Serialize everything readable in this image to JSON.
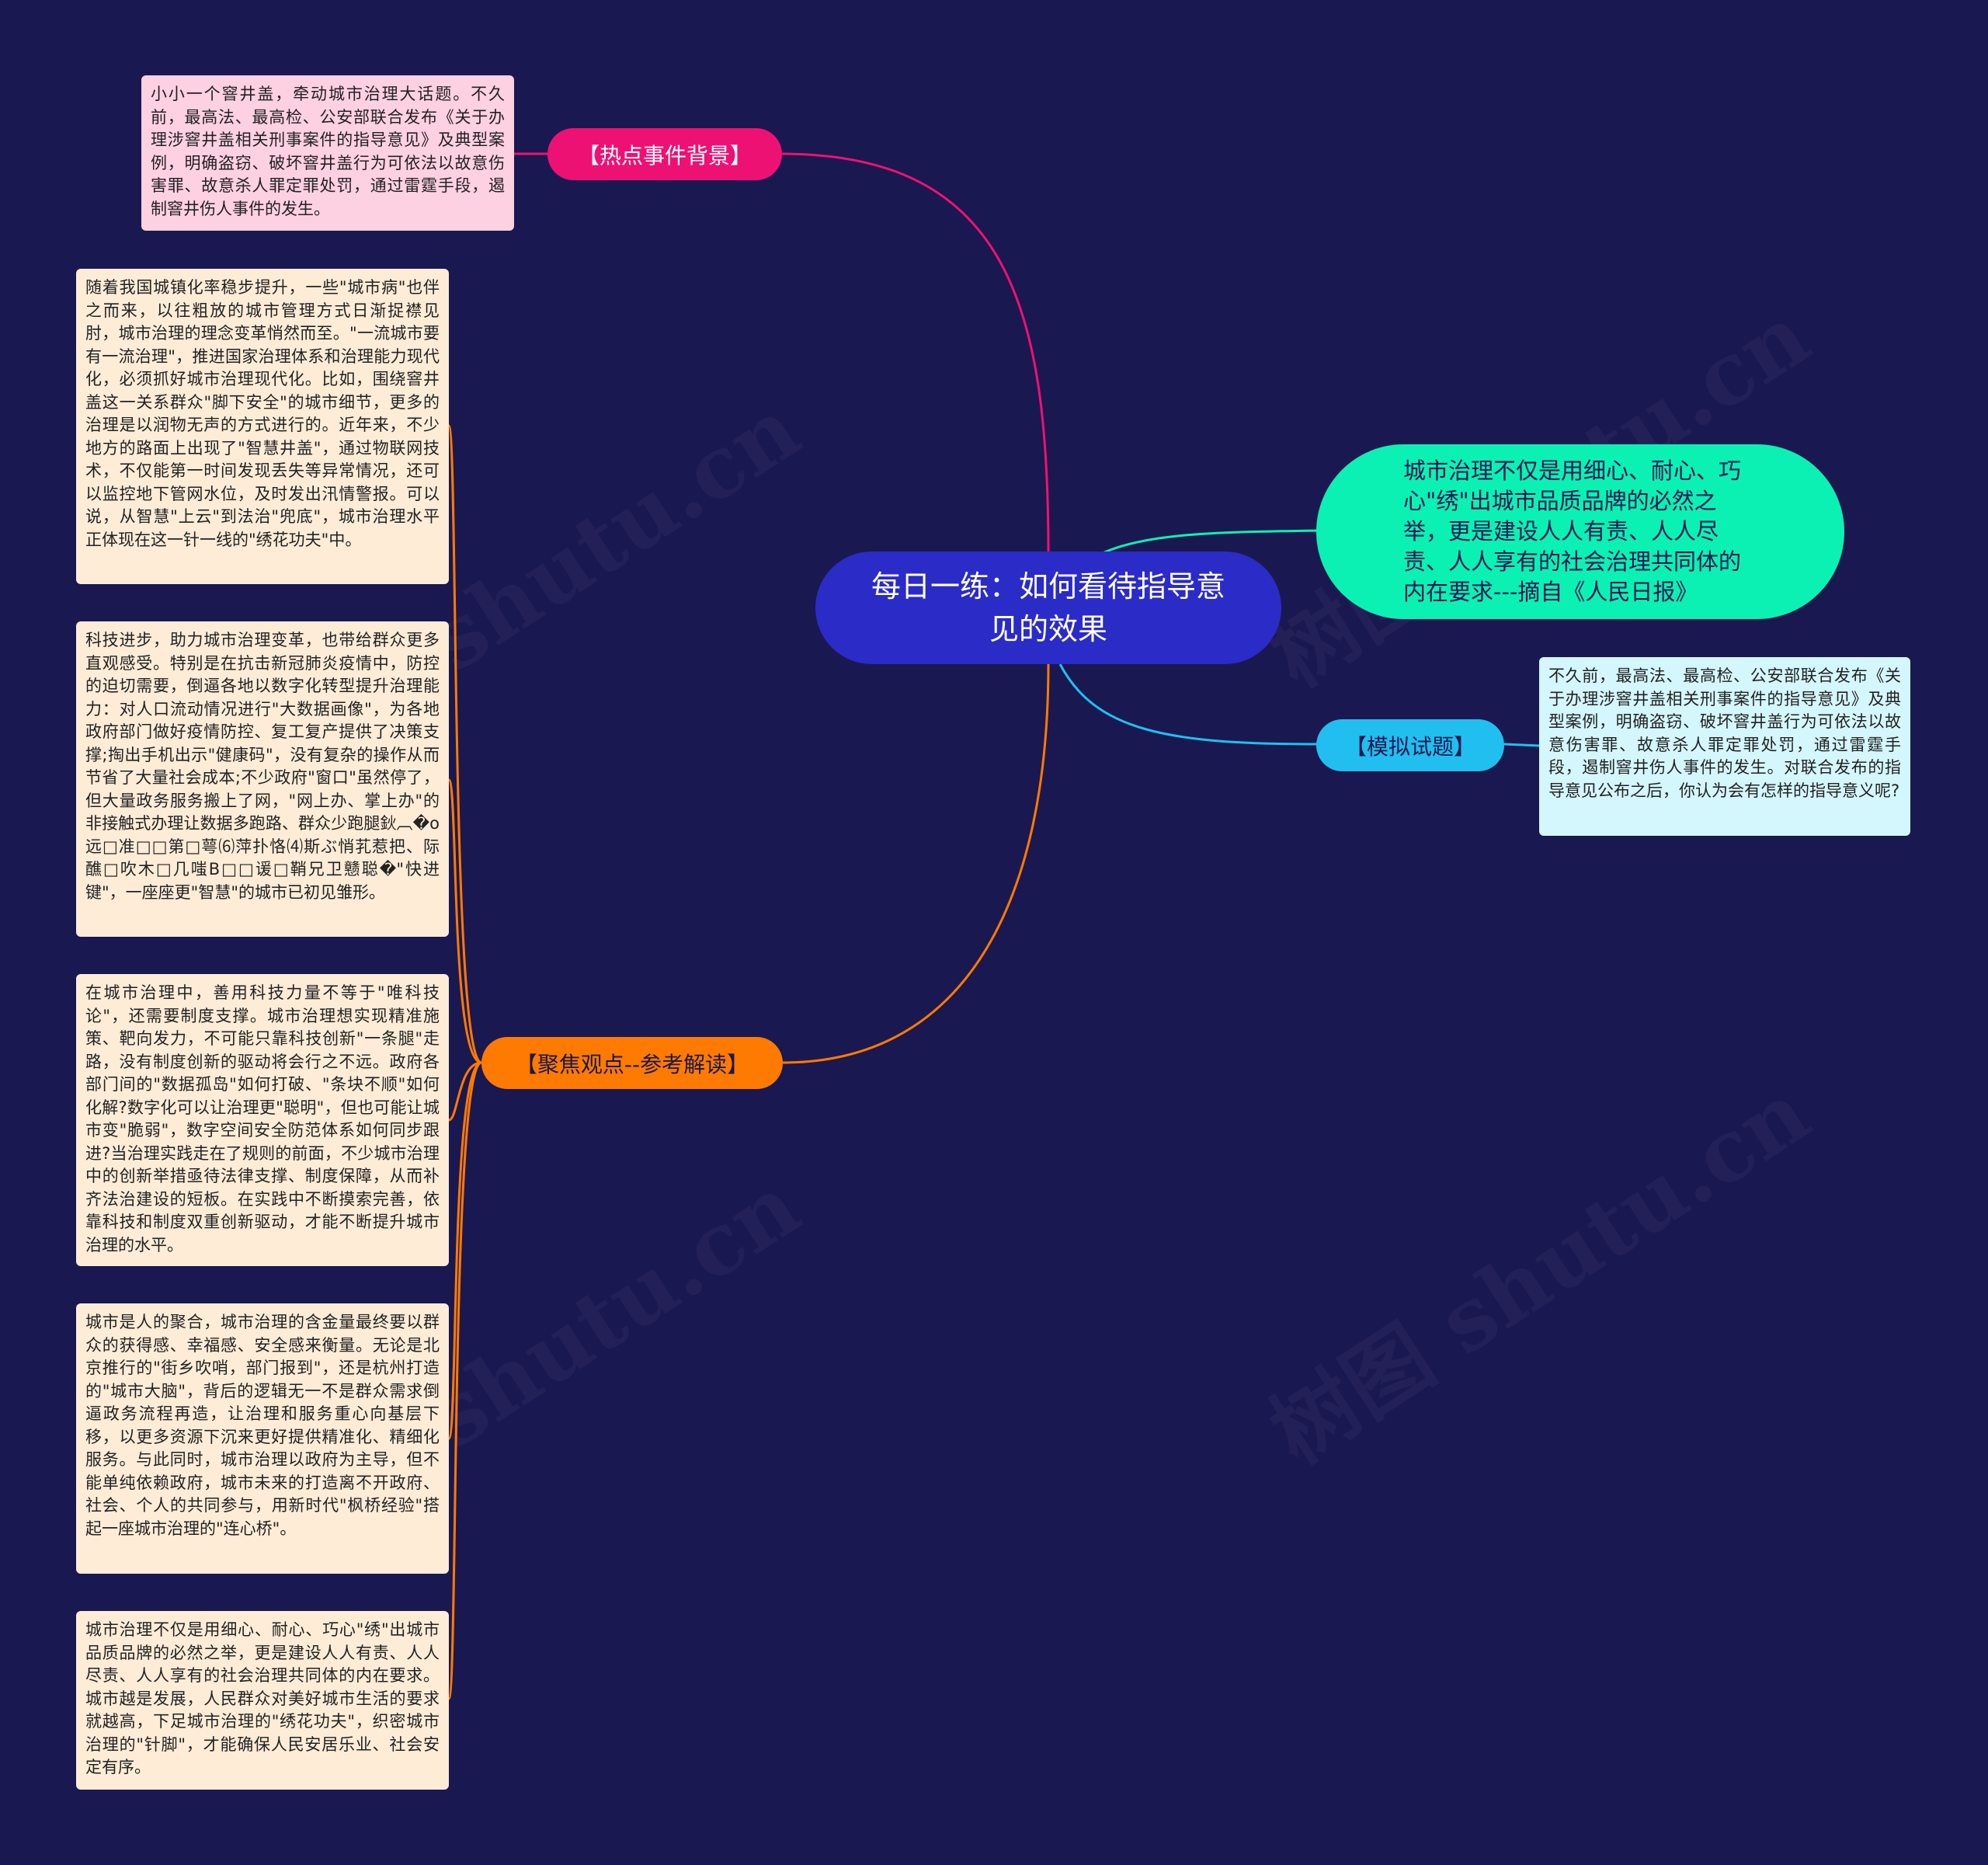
{
  "root": {
    "title": "每日一练：如何看待指导意见的效果"
  },
  "quote": {
    "text": "城市治理不仅是用细心、耐心、巧心\"绣\"出城市品质品牌的必然之举，更是建设人人有责、人人尽责、人人享有的社会治理共同体的内在要求---摘自《人民日报》"
  },
  "branches": {
    "hot": {
      "label": "【热点事件背景】",
      "text": "小小一个窨井盖，牵动城市治理大话题。不久前，最高法、最高检、公安部联合发布《关于办理涉窨井盖相关刑事案件的指导意见》及典型案例，明确盗窃、破坏窨井盖行为可依法以故意伤害罪、故意杀人罪定罪处罚，通过雷霆手段，遏制窨井伤人事件的发生。"
    },
    "exam": {
      "label": "【模拟试题】",
      "text": "不久前，最高法、最高检、公安部联合发布《关于办理涉窨井盖相关刑事案件的指导意见》及典型案例，明确盗窃、破坏窨井盖行为可依法以故意伤害罪、故意杀人罪定罪处罚，通过雷霆手段，遏制窨井伤人事件的发生。对联合发布的指导意见公布之后，你认为会有怎样的指导意义呢?"
    },
    "focus": {
      "label": "【聚焦观点--参考解读】",
      "items": [
        "随着我国城镇化率稳步提升，一些\"城市病\"也伴之而来，以往粗放的城市管理方式日渐捉襟见肘，城市治理的理念变革悄然而至。\"一流城市要有一流治理\"，推进国家治理体系和治理能力现代化，必须抓好城市治理现代化。比如，围绕窨井盖这一关系群众\"脚下安全\"的城市细节，更多的治理是以润物无声的方式进行的。近年来，不少地方的路面上出现了\"智慧井盖\"，通过物联网技术，不仅能第一时间发现丢失等异常情况，还可以监控地下管网水位，及时发出汛情警报。可以说，从智慧\"上云\"到法治\"兜底\"，城市治理水平正体现在这一针一线的\"绣花功夫\"中。",
        "科技进步，助力城市治理变革，也带给群众更多直观感受。特别是在抗击新冠肺炎疫情中，防控的迫切需要，倒逼各地以数字化转型提升治理能力：对人口流动情况进行\"大数据画像\"，为各地政府部门做好疫情防控、复工复产提供了决策支撑;掏出手机出示\"健康码\"，没有复杂的操作从而节省了大量社会成本;不少政府\"窗口\"虽然停了，但大量政务服务搬上了网，\"网上办、掌上办\"的非接触式办理让数据多跑路、群众少跑腿鈥︹�o远□准□□第□萼⑹萍扑恪⑷斯ぶ悄芤惹把、际醮□吹木□几嗤B□□谖□鞘兄卫戆聪�\"快进键\"，一座座更\"智慧\"的城市已初见雏形。",
        "在城市治理中，善用科技力量不等于\"唯科技论\"，还需要制度支撑。城市治理想实现精准施策、靶向发力，不可能只靠科技创新\"一条腿\"走路，没有制度创新的驱动将会行之不远。政府各部门间的\"数据孤岛\"如何打破、\"条块不顺\"如何化解?数字化可以让治理更\"聪明\"，但也可能让城市变\"脆弱\"，数字空间安全防范体系如何同步跟进?当治理实践走在了规则的前面，不少城市治理中的创新举措亟待法律支撑、制度保障，从而补齐法治建设的短板。在实践中不断摸索完善，依靠科技和制度双重创新驱动，才能不断提升城市治理的水平。",
        "城市是人的聚合，城市治理的含金量最终要以群众的获得感、幸福感、安全感来衡量。无论是北京推行的\"街乡吹哨，部门报到\"，还是杭州打造的\"城市大脑\"，背后的逻辑无一不是群众需求倒逼政务流程再造，让治理和服务重心向基层下移，以更多资源下沉来更好提供精准化、精细化服务。与此同时，城市治理以政府为主导，但不能单纯依赖政府，城市未来的打造离不开政府、社会、个人的共同参与，用新时代\"枫桥经验\"搭起一座城市治理的\"连心桥\"。",
        "城市治理不仅是用细心、耐心、巧心\"绣\"出城市品质品牌的必然之举，更是建设人人有责、人人尽责、人人享有的社会治理共同体的内在要求。城市越是发展，人民群众对美好城市生活的要求就越高，下足城市治理的\"绣花功夫\"，织密城市治理的\"针脚\"，才能确保人民安居乐业、社会安定有序。"
      ]
    }
  },
  "watermark": "树图 shutu.cn",
  "colors": {
    "background": "#1a1850",
    "root": "#2b2bc7",
    "quote": "#0bf1b4",
    "hot": "#ee1174",
    "focus": "#ff7a00",
    "exam": "#20bff0"
  }
}
